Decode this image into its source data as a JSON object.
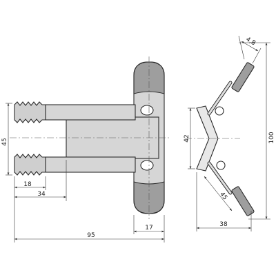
{
  "drawing": {
    "front_view": {
      "dimensions": {
        "height_left": "45",
        "thread_length": "18",
        "shank_length": "34",
        "overall_length": "95",
        "plate_thickness": "17"
      }
    },
    "side_view": {
      "dimensions": {
        "opening": "42",
        "overall_height": "100",
        "width": "38",
        "arm_angle": "45",
        "tip_width": "4,8"
      }
    },
    "colors": {
      "body_fill": "#d6d6d6",
      "rubber_fill": "#9e9e9e",
      "outline": "#2a2a2a",
      "dimension_line": "#333333"
    }
  }
}
